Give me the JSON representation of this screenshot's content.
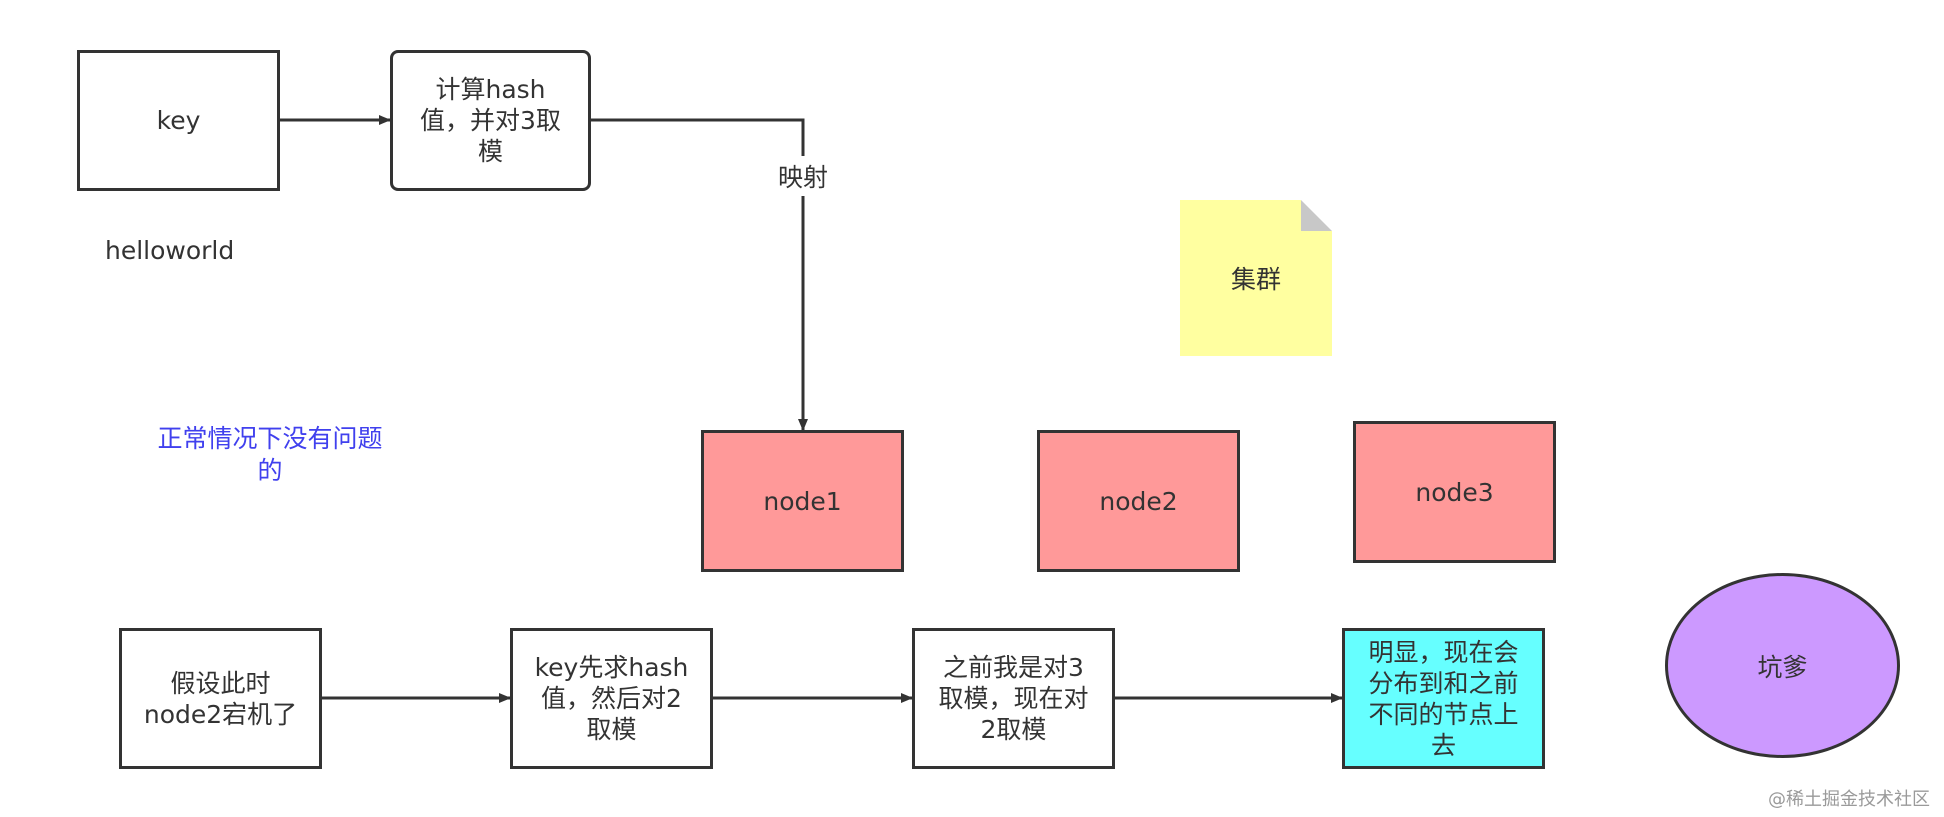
{
  "diagram": {
    "nodes": {
      "key": "key",
      "compute_hash": "计算hash\n值，并对3取\n模",
      "node1": "node1",
      "node2": "node2",
      "node3": "node3",
      "assume_down": "假设此时\nnode2宕机了",
      "rehash": "key先求hash\n值，然后对2\n取模",
      "before_after": "之前我是对3\n取模，现在对\n2取模",
      "conclusion": "明显，现在会\n分布到和之前\n不同的节点上\n去",
      "pitfall": "坑爹"
    },
    "labels": {
      "example_key": "helloworld",
      "mapping": "映射",
      "cluster": "集群",
      "normal_case": "正常情况下没有问题\n的"
    },
    "watermark": "@稀土掘金技术社区",
    "colors": {
      "node_fill": "#ff9999",
      "note_fill": "#ffffa0",
      "conclusion_fill": "#66ffff",
      "pitfall_fill": "#cc99ff",
      "normal_case_text": "#4040ee",
      "stroke": "#333333"
    }
  }
}
